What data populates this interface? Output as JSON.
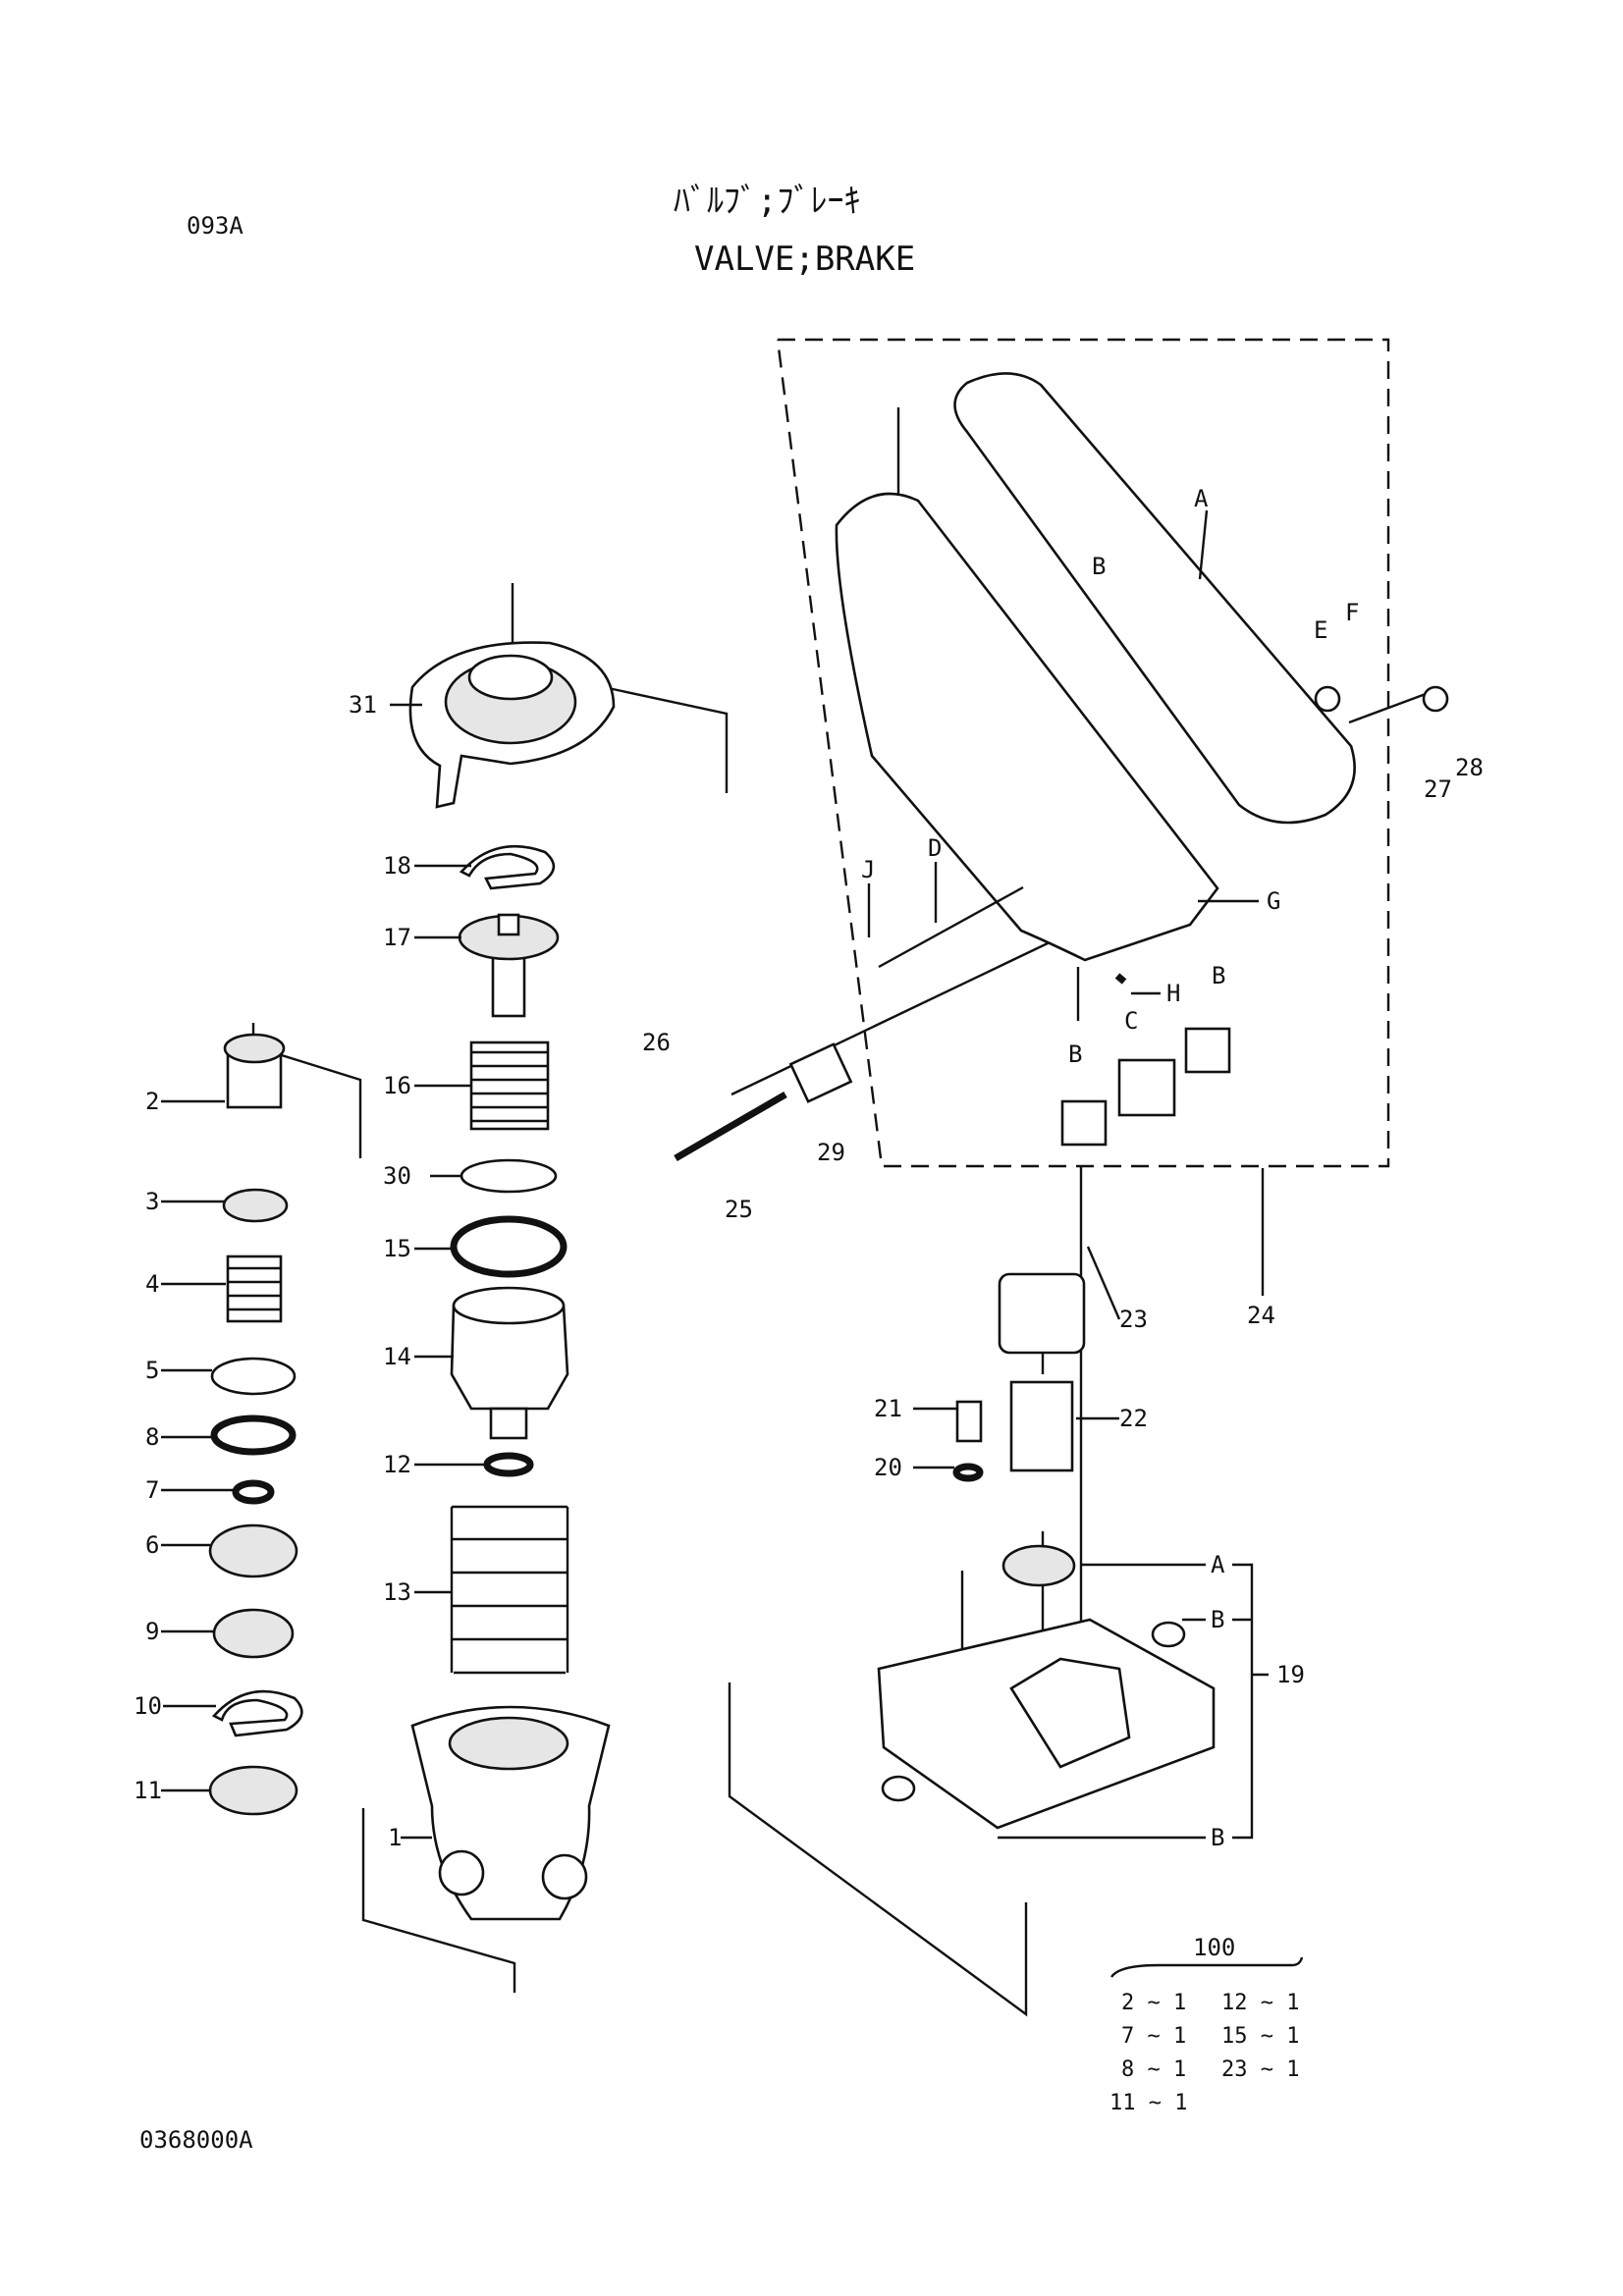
{
  "header": {
    "page_code": "093A",
    "title_jp": "ﾊﾞﾙﾌﾞ;ﾌﾞﾚｰｷ",
    "title_en": "VALVE;BRAKE"
  },
  "footer": {
    "drawing_number": "0368000A"
  },
  "callouts": {
    "c1": "1",
    "c2": "2",
    "c3": "3",
    "c4": "4",
    "c5": "5",
    "c6": "6",
    "c7": "7",
    "c8": "8",
    "c9": "9",
    "c10": "10",
    "c11": "11",
    "c12": "12",
    "c13": "13",
    "c14": "14",
    "c15": "15",
    "c16": "16",
    "c17": "17",
    "c18": "18",
    "c19": "19",
    "c20": "20",
    "c21": "21",
    "c22": "22",
    "c23": "23",
    "c24": "24",
    "c25": "25",
    "c26": "26",
    "c27": "27",
    "c28": "28",
    "c29": "29",
    "c30": "30",
    "c31": "31",
    "cA1": "A",
    "cA2": "A",
    "cB1": "B",
    "cB2": "B",
    "cB3": "B",
    "cB4": "B",
    "cC": "C",
    "cD": "D",
    "cE": "E",
    "cF": "F",
    "cG": "G",
    "cH": "H",
    "cJ": "J"
  },
  "pedal_logo": "B",
  "kit": {
    "number": "100",
    "entries": [
      "2 ~ 1",
      "12 ~ 1",
      "7 ~ 1",
      "15 ~ 1",
      "8 ~ 1",
      "23 ~ 1",
      "11 ~ 1"
    ]
  }
}
